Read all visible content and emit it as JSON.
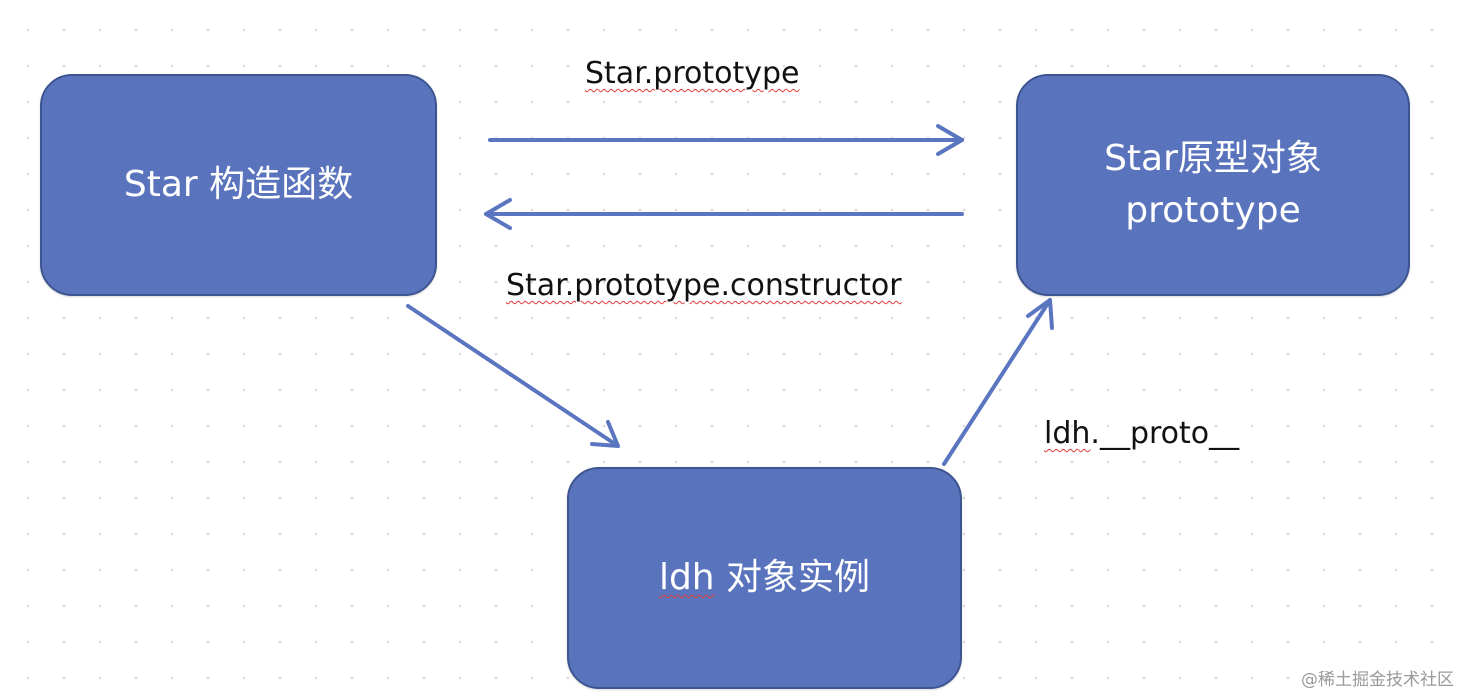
{
  "nodes": {
    "constructor": {
      "label": "Star 构造函数"
    },
    "prototype": {
      "line1": "Star原型对象",
      "line2": "prototype"
    },
    "instance": {
      "word": "ldh",
      "rest": " 对象实例"
    }
  },
  "edges": {
    "to_prototype": "Star.prototype",
    "to_constructor": "Star.prototype.constructor",
    "proto_link": {
      "word": "ldh",
      "rest": ".__proto__"
    }
  },
  "watermark": "@稀土掘金技术社区",
  "colors": {
    "node_fill": "#5a73bd",
    "node_border": "#3d5590",
    "arrow": "#5b76c0",
    "spellcheck_underline": "#e23b3b"
  }
}
